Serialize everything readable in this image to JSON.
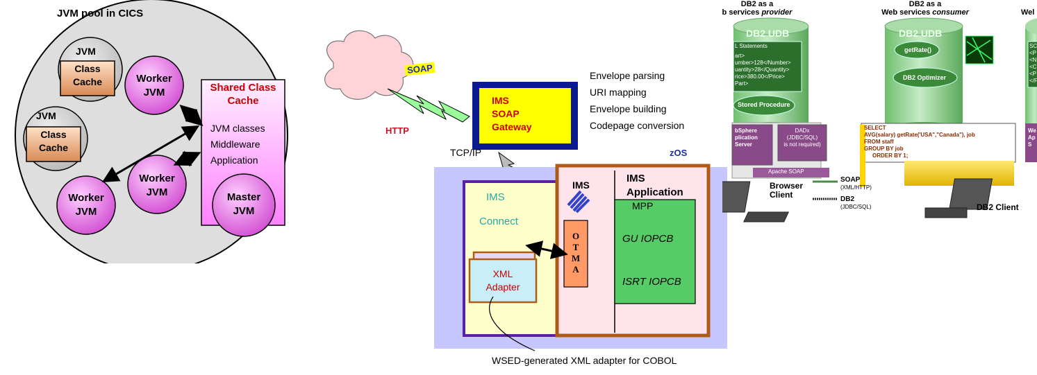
{
  "left_panel": {
    "title": "JVM pool in CICS",
    "jvm_top": "JVM",
    "class_cache_top": [
      "Class",
      "Cache"
    ],
    "jvm_mid": "JVM",
    "class_cache_mid": [
      "Class",
      "Cache"
    ],
    "worker_1": [
      "Worker",
      "JVM"
    ],
    "worker_2": [
      "Worker",
      "JVM"
    ],
    "worker_3": [
      "Worker",
      "JVM"
    ],
    "shared_cache_title": [
      "Shared Class",
      "Cache"
    ],
    "shared_cache_items": [
      "JVM classes",
      "Middleware",
      "Application"
    ],
    "master": [
      "Master",
      "JVM"
    ]
  },
  "middle_panel": {
    "soap_tag": "SOAP",
    "http_label": "HTTP",
    "gateway": [
      "IMS",
      "SOAP",
      "Gateway"
    ],
    "features": [
      "Envelope parsing",
      "URI mapping",
      "Envelope building",
      "Codepage conversion"
    ],
    "tcpip_label": "TCP/IP",
    "zos_label": "zOS",
    "ims_connect": [
      "IMS",
      "Connect"
    ],
    "xml_adapter": [
      "XML",
      "Adapter"
    ],
    "ims_label": "IMS",
    "otma_letters": [
      "O",
      "T",
      "M",
      "A"
    ],
    "ims_application": [
      "IMS",
      "Application"
    ],
    "mpp_label": "MPP",
    "gu_iopcb": "GU IOPCB",
    "isrt_iopcb": "ISRT IOPCB",
    "caption": "WSED-generated XML adapter for COBOL"
  },
  "right_panel": {
    "provider_heading": [
      "DB2 as a",
      "b services",
      "provider"
    ],
    "consumer_heading": [
      "DB2 as a",
      "Web services",
      "consumer"
    ],
    "cut_heading": "Wel",
    "db2_udb_left": "DB2 UDB",
    "db2_udb_mid": "DB2 UDB",
    "sql_statements_title": "L Statements",
    "sql_lines": [
      "art>",
      "umber>128</Number>",
      "uantity>28</Quantity>",
      "rice>380.00</Price>",
      "Part>"
    ],
    "stored_procedure": "Stored Procedure",
    "get_rate": "getRate()",
    "db2_optimizer": "DB2 Optimizer",
    "websphere": [
      "bSphere",
      "plication",
      "Server"
    ],
    "dadx": [
      "DADx",
      "(JDBC/SQL)",
      "is not required)"
    ],
    "apache_soap": "Apache SOAP",
    "sql_query": [
      "SELECT",
      "AVG(salary) getRate('USA\",\"Canada\"),  job",
      "FROM staff",
      "GROUP BY job",
      "ORDER BY 1;"
    ],
    "right_cut_box": [
      "We",
      "Ap",
      "S"
    ],
    "right_cut_cyl": [
      "SC",
      "<P",
      "<N",
      "<C",
      "<P",
      "</F"
    ],
    "browser_client": [
      "Browser",
      "Client"
    ],
    "legend_soap": "SOAP",
    "legend_soap_sub": "(XML/HTTP)",
    "legend_db2": "DB2",
    "legend_db2_sub": "(JDBC/SQL)",
    "db2_client": "DB2 Client"
  }
}
